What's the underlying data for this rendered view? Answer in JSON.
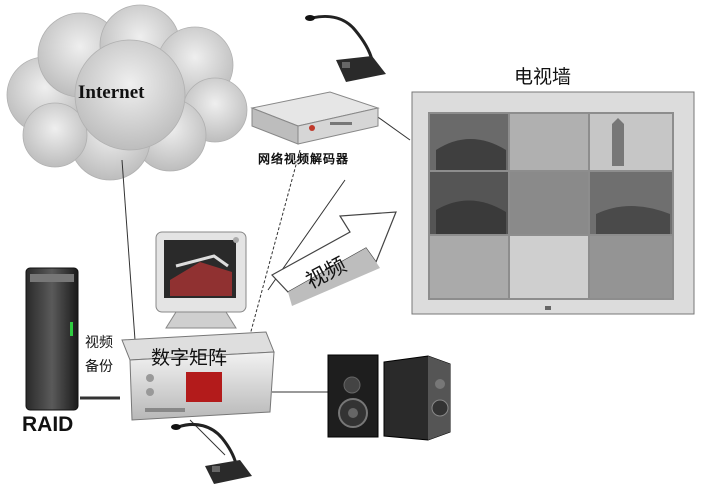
{
  "labels": {
    "internet": "Internet",
    "decoder": "网络视频解码器",
    "video_wall": "电视墙",
    "video_arrow": "视频",
    "matrix": "数字矩阵",
    "backup_line1": "视频",
    "backup_line2": "备份",
    "raid": "RAID"
  },
  "colors": {
    "cloud": "#c9c9c9",
    "line": "#333333",
    "wall_frame": "#d8d8d8",
    "wall_screen": "#9a9a9a"
  },
  "icons": [
    "cloud-icon",
    "microphone-icon",
    "decoder-device-icon",
    "monitor-icon",
    "raid-tower-icon",
    "matrix-chassis-icon",
    "speaker-icon",
    "video-arrow-icon"
  ]
}
